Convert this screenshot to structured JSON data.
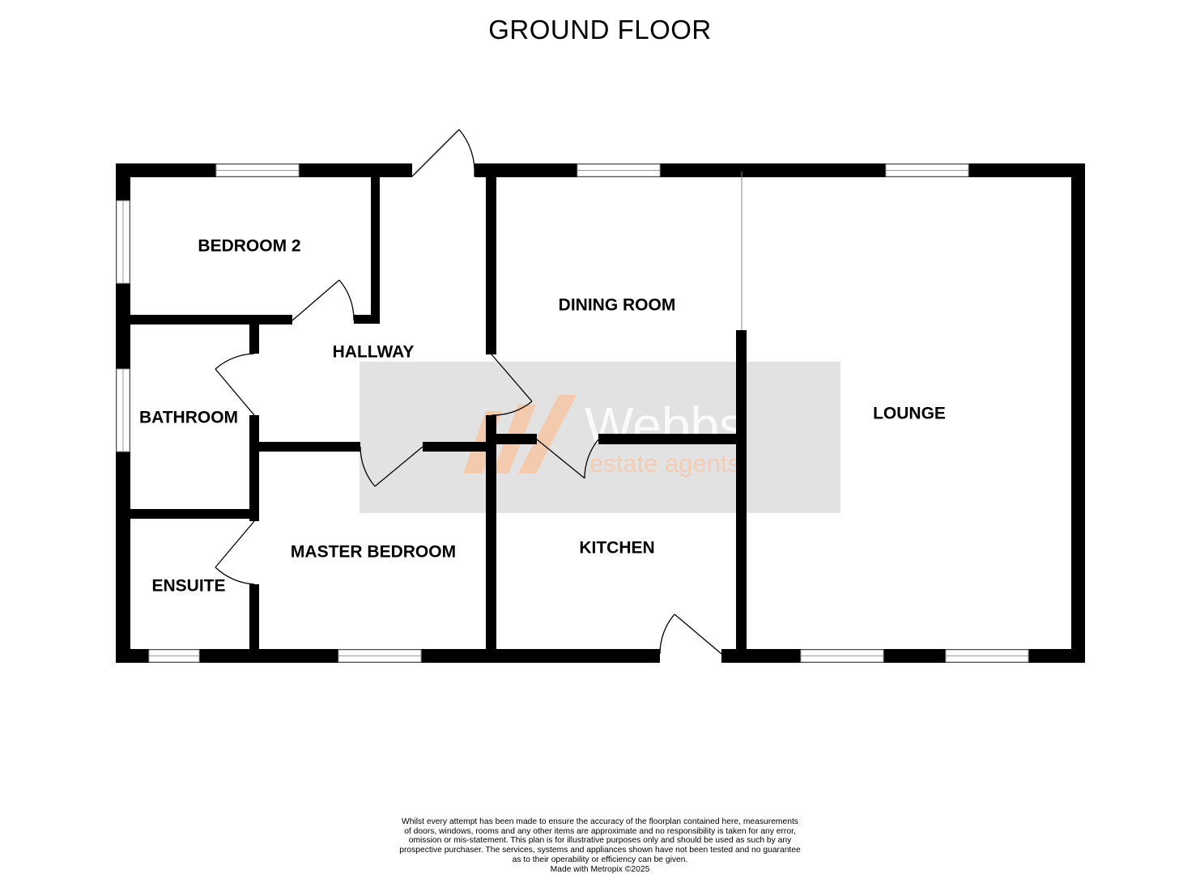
{
  "title": "GROUND FLOOR",
  "rooms": {
    "bedroom2": "BEDROOM 2",
    "hallway": "HALLWAY",
    "bathroom": "BATHROOM",
    "master_bedroom": "MASTER BEDROOM",
    "ensuite": "ENSUITE",
    "dining_room": "DINING ROOM",
    "kitchen": "KITCHEN",
    "lounge": "LOUNGE"
  },
  "watermark": {
    "brand": "Webbs",
    "tagline": "estate agents",
    "colors": {
      "box": "#e2e2e2",
      "logo": "#f7c7a3",
      "brand_text": "#ffffff"
    }
  },
  "disclaimer": [
    "Whilst every attempt has been made to ensure the accuracy of the floorplan contained here, measurements",
    "of doors, windows, rooms and any other items are approximate and no responsibility is taken for any error,",
    "omission or mis-statement. This plan is for illustrative purposes only and should be used as such by any",
    "prospective purchaser. The services, systems and appliances shown have not been tested and no guarantee",
    "as to their operability or efficiency can be given.",
    "Made with Metropix ©2025"
  ],
  "colors": {
    "wall": "#000000",
    "background": "#ffffff",
    "window_frame": "#9a9a9a"
  }
}
